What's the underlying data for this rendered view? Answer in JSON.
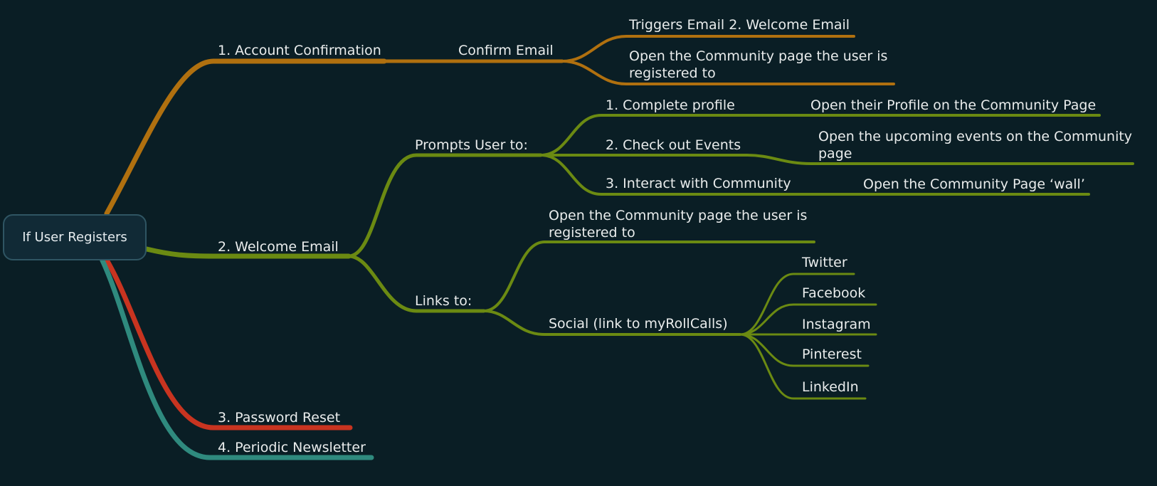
{
  "root": {
    "label": "If User Registers"
  },
  "branches": {
    "account_confirmation": {
      "label": "1. Account Confirmation",
      "confirm_email": "Confirm Email",
      "triggers": "Triggers Email 2. Welcome Email",
      "open_community_l1": "Open the Community page the user is",
      "open_community_l2": "registered to"
    },
    "welcome_email": {
      "label": "2. Welcome Email",
      "prompts": {
        "label": "Prompts User to:",
        "complete_profile": "1. Complete profile",
        "complete_profile_action": "Open their Profile on the Community Page",
        "check_events": "2. Check out Events",
        "check_events_action_l1": "Open the upcoming events on the Community",
        "check_events_action_l2": "page",
        "interact": "3. Interact with Community",
        "interact_action": "Open the Community Page ‘wall’"
      },
      "links": {
        "label": "Links to:",
        "community_l1": "Open the Community page the user is",
        "community_l2": "registered to",
        "social": {
          "label": "Social (link to myRollCalls)",
          "items": [
            "Twitter",
            "Facebook",
            "Instagram",
            "Pinterest",
            "LinkedIn"
          ]
        }
      }
    },
    "password_reset": {
      "label": "3. Password Reset"
    },
    "newsletter": {
      "label": "4. Periodic Newsletter"
    }
  },
  "colors": {
    "background": "#0a1e25",
    "orange_branch": "#b0700f",
    "green_branch": "#6b8a12",
    "red_branch": "#c83420",
    "teal_branch": "#2f8a7e",
    "root_fill": "#112a36"
  }
}
